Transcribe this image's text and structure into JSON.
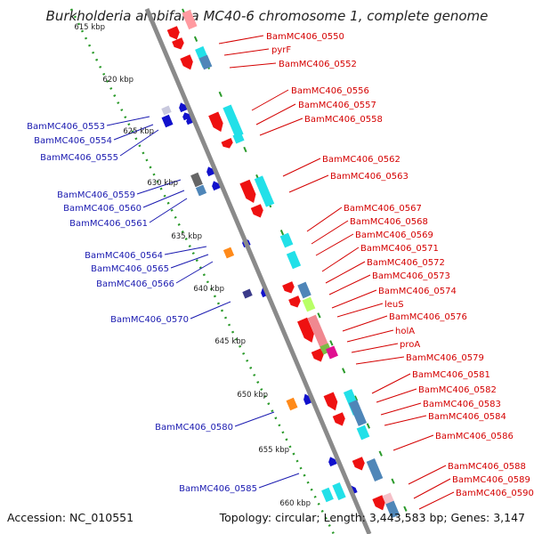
{
  "title": "Burkholderia ambifaria MC40-6 chromosome 1, complete genome",
  "footer": {
    "accession": "Accession: NC_010551",
    "topology": "Topology: circular; Length: 3,443,583 bp; Genes: 3,147"
  },
  "scale_labels": [
    "615 kbp",
    "620 kbp",
    "625 kbp",
    "630 kbp",
    "635 kbp",
    "640 kbp",
    "645 kbp",
    "650 kbp",
    "655 kbp",
    "660 kbp"
  ],
  "genes_forward": [
    "BamMC406_0550",
    "pyrF",
    "BamMC406_0552",
    "BamMC406_0556",
    "BamMC406_0557",
    "BamMC406_0558",
    "BamMC406_0562",
    "BamMC406_0563",
    "BamMC406_0567",
    "BamMC406_0568",
    "BamMC406_0569",
    "BamMC406_0571",
    "BamMC406_0572",
    "BamMC406_0573",
    "BamMC406_0574",
    "leuS",
    "BamMC406_0576",
    "holA",
    "proA",
    "BamMC406_0579",
    "BamMC406_0581",
    "BamMC406_0582",
    "BamMC406_0583",
    "BamMC406_0584",
    "BamMC406_0586",
    "BamMC406_0588",
    "BamMC406_0589",
    "BamMC406_0590"
  ],
  "genes_reverse": [
    "BamMC406_0553",
    "BamMC406_0554",
    "BamMC406_0555",
    "BamMC406_0559",
    "BamMC406_0560",
    "BamMC406_0561",
    "BamMC406_0564",
    "BamMC406_0565",
    "BamMC406_0566",
    "BamMC406_0570",
    "BamMC406_0580",
    "BamMC406_0585"
  ],
  "colors": {
    "backbone": "#8a8a8a",
    "forward_gene": "#ee1111",
    "reverse_gene": "#1111cc",
    "cog_cyan": "#22e0e8",
    "cog_steel": "#4f86b8",
    "forward_label": "#d40000",
    "reverse_label": "#1a1ab0",
    "scale_dots": "#2a9a2a"
  }
}
